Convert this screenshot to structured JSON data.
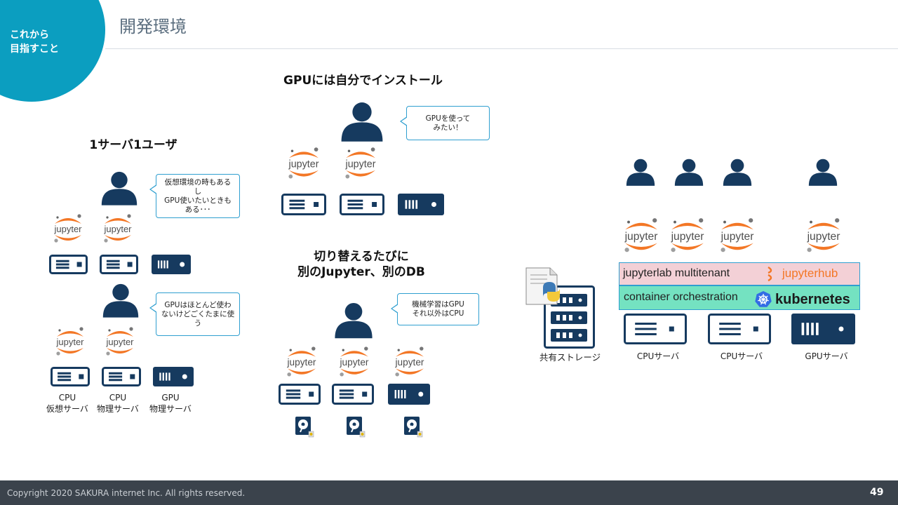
{
  "header": {
    "badge": "これから\n目指すこと",
    "title": "開発環境"
  },
  "sections": {
    "s1": {
      "title": "1サーバ1ユーザ",
      "bubble1": "仮想環境の時もある\nし\nGPU使いたいときも\nある･･･",
      "bubble2": "GPUはほとんど使わ\nないけどごくたまに使う",
      "labels": [
        "CPU\n仮想サーバ",
        "CPU\n物理サーバ",
        "GPU\n物理サーバ"
      ]
    },
    "s2": {
      "title": "GPUには自分でインストール",
      "bubble": "GPUを使って\nみたい！"
    },
    "s3": {
      "title": "切り替えるたびに\n別のJupyter、別のDB",
      "bubble": "機械学習はGPU\nそれ以外はCPU"
    },
    "s4": {
      "storage_label": "共有ストレージ",
      "jupyterlab": "jupyterlab multitenant",
      "jupyterhub": "jupyterhub",
      "container": "container orchestration",
      "kubernetes": "kubernetes",
      "server_labels": [
        "CPUサーバ",
        "CPUサーバ",
        "GPUサーバ"
      ]
    }
  },
  "icons": {
    "jupyter_word": "jupyter"
  },
  "footer": {
    "copyright": "Copyright 2020 SAKURA internet Inc. All rights reserved.",
    "page": "49"
  },
  "colors": {
    "accent": "#0b9ec0",
    "navy": "#163a5f",
    "jupyter_orange": "#f37726",
    "bubble_border": "#2f9fd0",
    "pink_bar": "#f3d0d6",
    "green_bar": "#74e2c1"
  }
}
